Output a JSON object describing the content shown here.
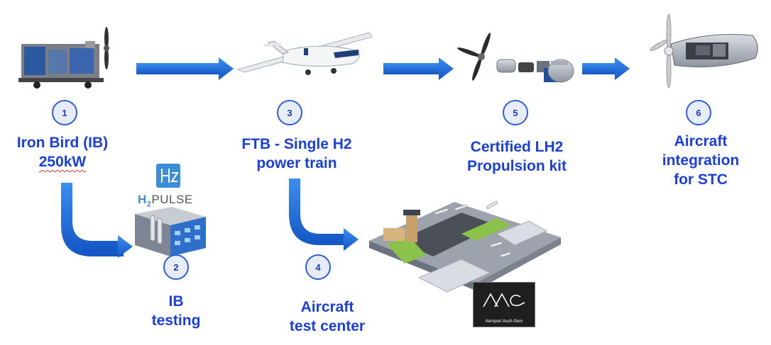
{
  "steps": [
    {
      "number": "1",
      "line1": "Iron Bird (IB)",
      "line2": "250kW"
    },
    {
      "number": "2",
      "line1": "IB",
      "line2": "testing"
    },
    {
      "number": "3",
      "line1": "FTB - Single H2",
      "line2": "power train"
    },
    {
      "number": "4",
      "line1": "Aircraft",
      "line2": "test center"
    },
    {
      "number": "5",
      "line1": "Certified LH2",
      "line2": "Propulsion kit"
    },
    {
      "number": "6",
      "line1": "Aircraft",
      "line2": "integration",
      "line3": "for STC"
    }
  ],
  "h2pulse_logo": {
    "prefix": "H",
    "subscript": "2",
    "text": "PULSE",
    "icon": "h2-cube-icon"
  },
  "airport_logo": {
    "caption": "Aéroport Auch Gers"
  },
  "colors": {
    "arrow": "#1e6fdc",
    "label": "#1a3fe0",
    "circle_border": "#2f5fd6",
    "circle_fill": "#e6ecf8"
  }
}
